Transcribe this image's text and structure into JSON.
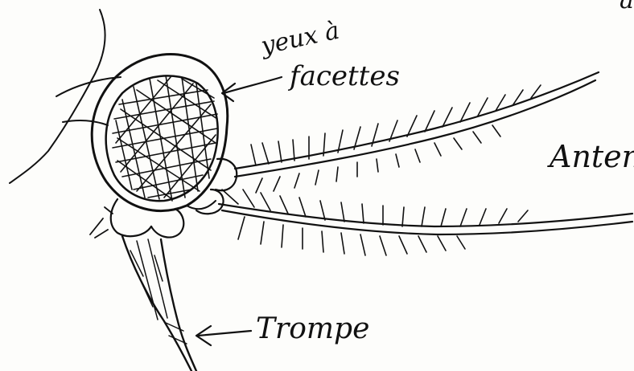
{
  "labels": {
    "compound_eyes_line1": "yeux à",
    "compound_eyes_line2": "facettes",
    "antennae": "Anten",
    "proboscis": "Trompe",
    "corner_fragment": "a"
  },
  "colors": {
    "ink": "#111111",
    "paper": "#fdfdfb"
  }
}
